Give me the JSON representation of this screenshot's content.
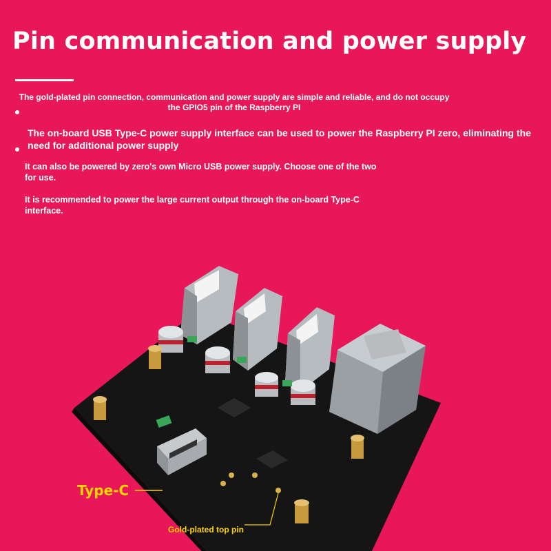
{
  "header": {
    "title": "Pin communication and power supply"
  },
  "content": {
    "paragraph_1": "The gold-plated pin connection, communication and power supply are simple and reliable, and do not occupy the GPIO5 pin of the Raspberry PI",
    "paragraph_2": "The on-board USB Type-C power supply interface can be used to power the Raspberry PI zero, eliminating the need for additional power supply",
    "paragraph_3": "It can also be powered by zero's own Micro USB power supply. Choose one of the two for use.",
    "paragraph_4": "It is recommended to power the large current output through the on-board Type-C interface."
  },
  "callouts": {
    "type_c": "Type-C",
    "gold_pin": "Gold-plated top pin"
  },
  "colors": {
    "background": "#e8175a",
    "callout": "#ffd400",
    "board": "#161616",
    "text": "#ffffff"
  }
}
